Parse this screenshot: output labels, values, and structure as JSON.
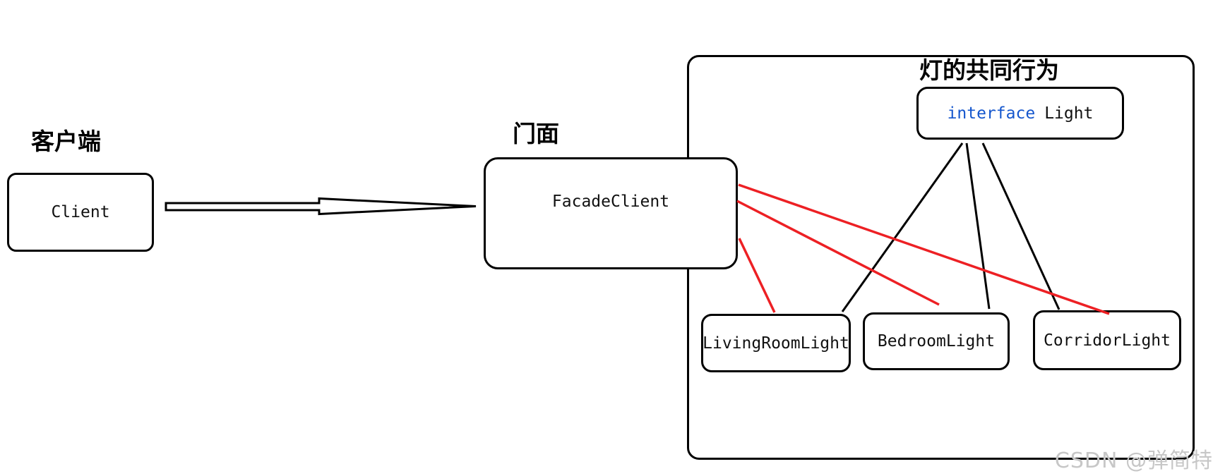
{
  "client": {
    "heading": "客户端",
    "label": "Client"
  },
  "facade": {
    "heading": "门面",
    "label": "FacadeClient"
  },
  "lights": {
    "heading": "灯的共同行为",
    "interface": {
      "keyword": "interface",
      "name": "Light"
    },
    "classes": [
      "LivingRoomLight",
      "BedroomLight",
      "CorridorLight"
    ]
  },
  "watermark": {
    "text": "CSDN @弹简特"
  },
  "colors": {
    "stroke_black": "#000000",
    "dependency_red": "#ed2024",
    "keyword_blue": "#1456cd",
    "watermark_gray": "#c7c7c7"
  }
}
